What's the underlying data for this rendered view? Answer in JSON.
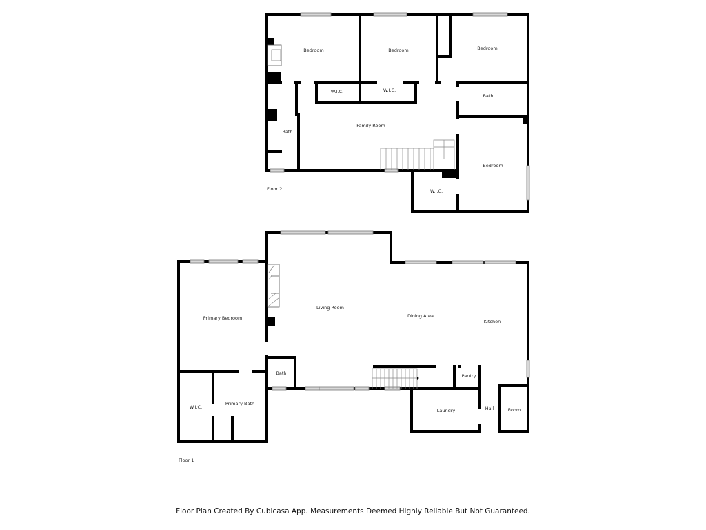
{
  "floor2": {
    "label": "Floor 2",
    "rooms": [
      "Bedroom",
      "Bedroom",
      "Bedroom",
      "W.I.C.",
      "W.I.C.",
      "Bath",
      "Bath",
      "Family Room",
      "Bedroom",
      "W.I.C."
    ]
  },
  "floor1": {
    "label": "Floor 1",
    "rooms": [
      "Primary Bedroom",
      "Living Room",
      "Dining Area",
      "Kitchen",
      "Bath",
      "Pantry",
      "W.I.C.",
      "Primary Bath",
      "Laundry",
      "Hall",
      "Room"
    ]
  },
  "footer": "Floor Plan Created By Cubicasa App. Measurements Deemed Highly Reliable But Not Guaranteed."
}
